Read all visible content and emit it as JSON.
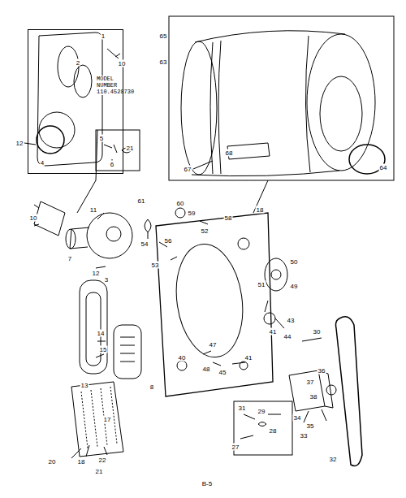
{
  "diagram": {
    "nodes": [
      {
        "text": [
          "MODEL NUMBER 110.4528730"
        ]
      }
    ],
    "labels": [
      "1",
      "10",
      "2",
      "12",
      "4",
      "5",
      "21",
      "6",
      "65",
      "63",
      "68",
      "67",
      "64",
      "10",
      "11",
      "7",
      "61",
      "60",
      "59",
      "58",
      "18",
      "54",
      "53",
      "56",
      "12",
      "3",
      "50",
      "49",
      "41",
      "43",
      "44",
      "14",
      "15",
      "8",
      "13",
      "17",
      "18",
      "22",
      "20",
      "21",
      "47",
      "48",
      "40",
      "45",
      "41",
      "30",
      "36",
      "37",
      "38",
      "34",
      "35",
      "33",
      "32",
      "31",
      "29",
      "27",
      "28",
      "B-5",
      "52",
      "51"
    ]
  }
}
